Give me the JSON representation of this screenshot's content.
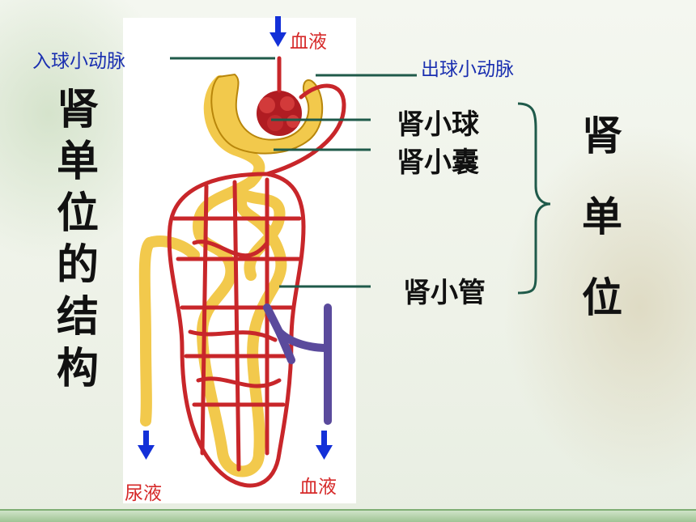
{
  "left_title": [
    "肾",
    "单",
    "位",
    "的",
    "结",
    "构"
  ],
  "right_title": [
    "肾",
    "单",
    "位"
  ],
  "labels": {
    "afferent_arteriole": "入球小动脉",
    "efferent_arteriole": "出球小动脉",
    "blood_in": "血液",
    "glomerulus": "肾小球",
    "bowman_capsule": "肾小囊",
    "renal_tubule": "肾小管",
    "urine_out": "尿液",
    "blood_out": "血液"
  },
  "colors": {
    "label_blue": "#1a2fb0",
    "label_red": "#d62a2a",
    "tubule_yellow": "#f2c94c",
    "artery_red": "#c8262a",
    "vein_blue": "#5a4a9c",
    "arrow_blue": "#1330d8",
    "leader_green": "#1f5a4a"
  }
}
